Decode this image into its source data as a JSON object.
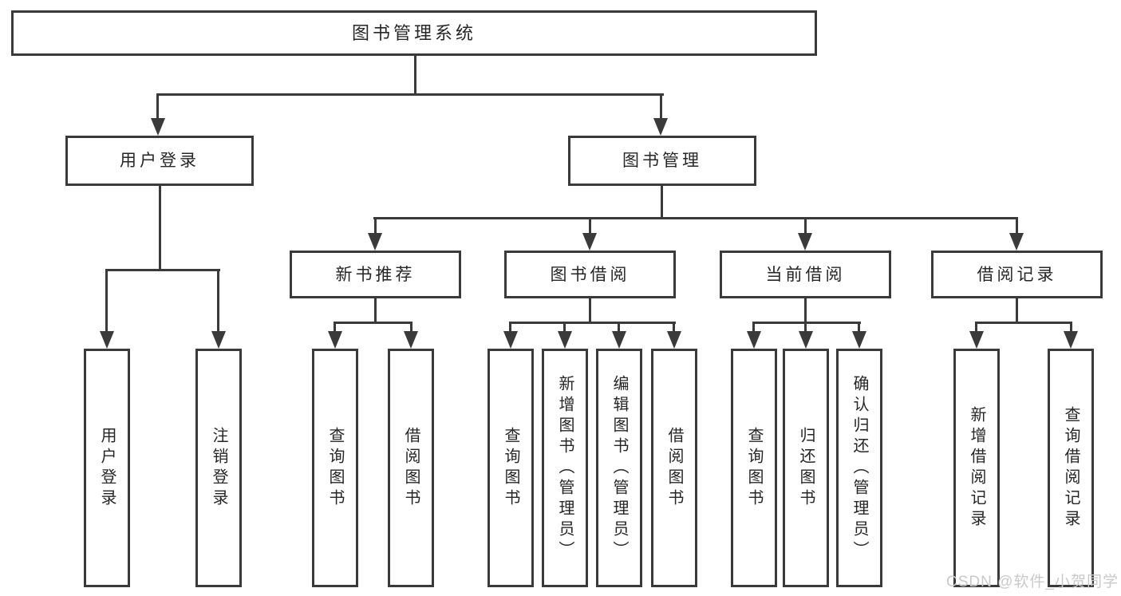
{
  "tree": {
    "root": {
      "label": "图书管理系统"
    },
    "branches": [
      {
        "label": "用户登录",
        "children": [
          {
            "label": "用户登录"
          },
          {
            "label": "注销登录"
          }
        ]
      },
      {
        "label": "图书管理",
        "children": [
          {
            "label": "新书推荐",
            "children": [
              {
                "label": "查询图书"
              },
              {
                "label": "借阅图书"
              }
            ]
          },
          {
            "label": "图书借阅",
            "children": [
              {
                "label": "查询图书"
              },
              {
                "label": "新增图书（管理员）"
              },
              {
                "label": "编辑图书（管理员）"
              },
              {
                "label": "借阅图书"
              }
            ]
          },
          {
            "label": "当前借阅",
            "children": [
              {
                "label": "查询图书"
              },
              {
                "label": "归还图书"
              },
              {
                "label": "确认归还（管理员）"
              }
            ]
          },
          {
            "label": "借阅记录",
            "children": [
              {
                "label": "新增借阅记录"
              },
              {
                "label": "查询借阅记录"
              }
            ]
          }
        ]
      }
    ]
  },
  "watermark": {
    "text": "CSDN @软件_小贺同学"
  },
  "colors": {
    "line": "#3a3a3a",
    "text": "#262626",
    "watermark": "#c9c9c9",
    "background": "#ffffff"
  }
}
